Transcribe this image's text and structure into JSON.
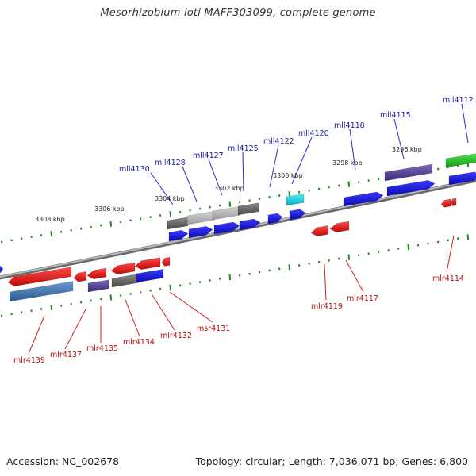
{
  "title": "Mesorhizobium loti MAFF303099, complete genome",
  "accession": "Accession: NC_002678",
  "summary": "Topology: circular; Length: 7,036,071 bp; Genes: 6,800",
  "colors": {
    "forward_label": "#1a1aa0",
    "reverse_label": "#b01010",
    "forward_strand": "#1515dd",
    "reverse_strand": "#ee1c1c",
    "backbone": "#8a8a8a",
    "tick": "#1a8a1a"
  },
  "kbp_ticks": [
    "3308 kbp",
    "3306 kbp",
    "3304 kbp",
    "3302 kbp",
    "3300 kbp",
    "3298 kbp",
    "3296 kbp"
  ],
  "forward_gene_labels": [
    "mll4130",
    "mll4128",
    "mll4127",
    "mll4125",
    "mll4122",
    "mll4120",
    "mll4118",
    "mll4115",
    "mll4112"
  ],
  "reverse_gene_labels": [
    "mlr4139",
    "mlr4137",
    "mlr4135",
    "mlr4134",
    "mlr4132",
    "msr4131",
    "mlr4119",
    "mlr4117",
    "mlr4114"
  ]
}
